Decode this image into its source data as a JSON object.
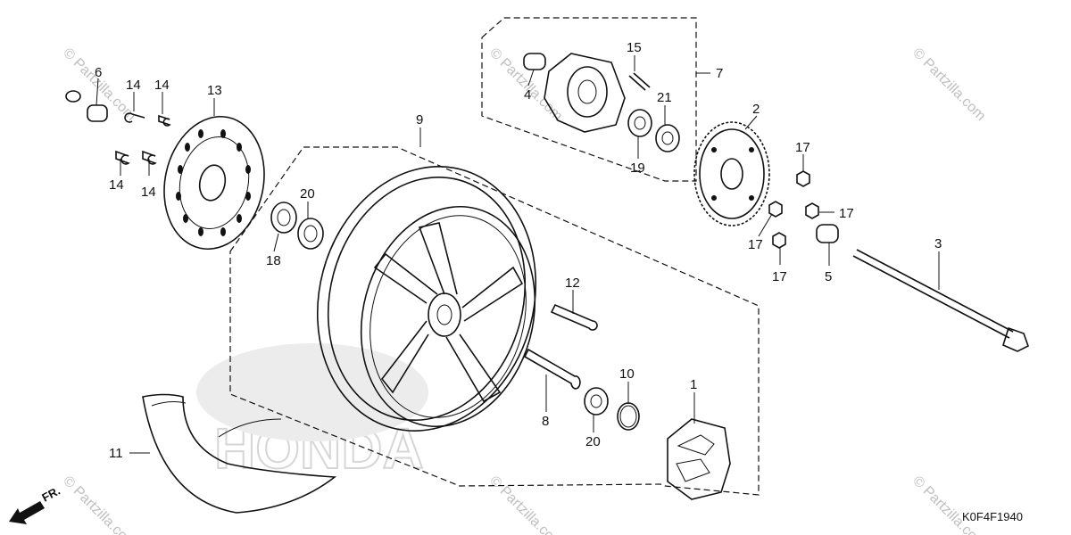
{
  "labels": {
    "p1": "1",
    "p2": "2",
    "p3": "3",
    "p4": "4",
    "p5": "5",
    "p6": "6",
    "p7": "7",
    "p8": "8",
    "p9": "9",
    "p10": "10",
    "p11": "11",
    "p12": "12",
    "p13": "13",
    "p14a": "14",
    "p14b": "14",
    "p14c": "14",
    "p14d": "14",
    "p15": "15",
    "p17a": "17",
    "p17b": "17",
    "p17c": "17",
    "p17d": "17",
    "p18": "18",
    "p19": "19",
    "p20a": "20",
    "p20b": "20",
    "p21": "21"
  },
  "diagram_code": "K0F4F1940",
  "direction_label": "FR.",
  "watermark": "© Partzilla.com",
  "background_logo_text": "HONDA",
  "colors": {
    "ink": "#111111",
    "watermark": "#bfbfbf",
    "background": "#ffffff"
  }
}
